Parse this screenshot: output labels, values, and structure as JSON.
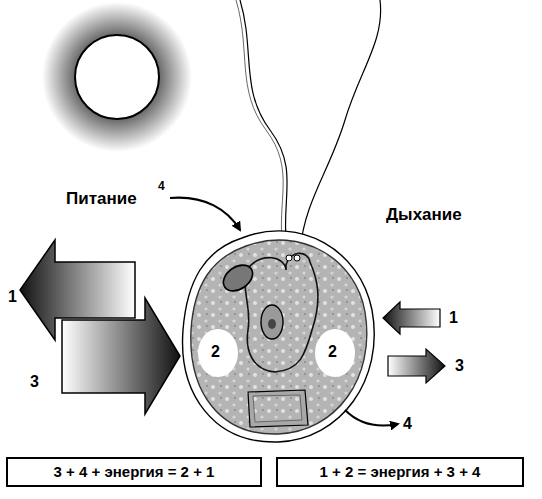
{
  "diagram": {
    "nodes": [
      {
        "text": [
          "3 + 4 + энергия = 2 + 1"
        ]
      },
      {
        "text": [
          "1 + 2 = энергия + 3 + 4"
        ]
      }
    ],
    "labels": [
      "Питание",
      "4",
      "Дыхание",
      "1",
      "3",
      "2",
      "2",
      "1",
      "3",
      "4"
    ]
  }
}
